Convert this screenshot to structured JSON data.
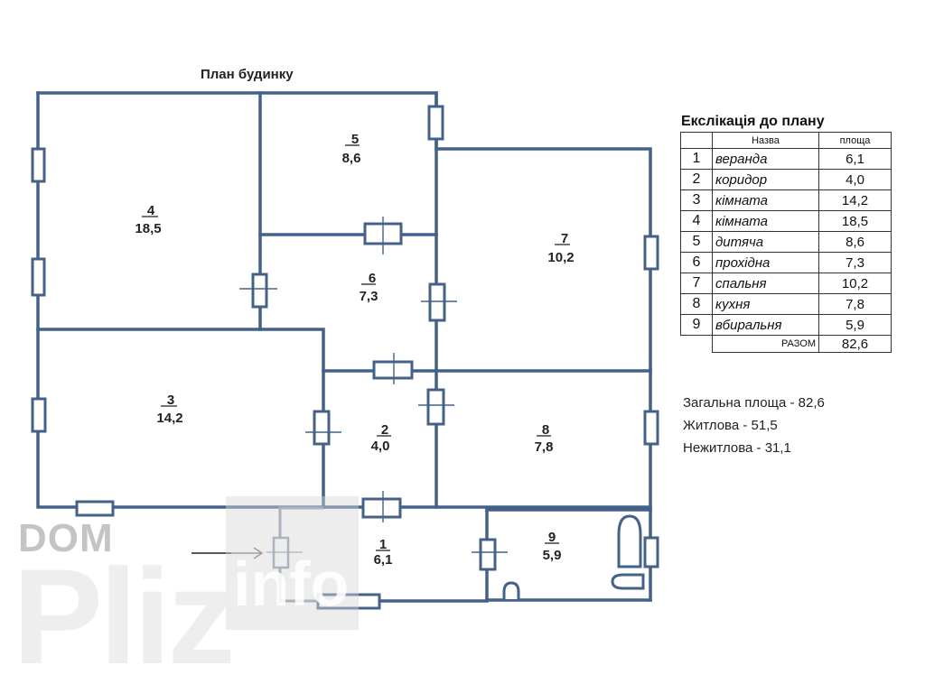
{
  "plan": {
    "title": "План будинку",
    "rooms": [
      {
        "no": "1",
        "area": "6,1"
      },
      {
        "no": "2",
        "area": "4,0"
      },
      {
        "no": "3",
        "area": "14,2"
      },
      {
        "no": "4",
        "area": "18,5"
      },
      {
        "no": "5",
        "area": "8,6"
      },
      {
        "no": "6",
        "area": "7,3"
      },
      {
        "no": "7",
        "area": "10,2"
      },
      {
        "no": "8",
        "area": "7,8"
      },
      {
        "no": "9",
        "area": "5,9"
      }
    ],
    "entrance_icon": "arrow-right-icon"
  },
  "legend": {
    "title": "Екслікація до плану",
    "headers": {
      "name": "Назва",
      "area": "площа"
    },
    "rows": [
      {
        "no": "1",
        "name": "веранда",
        "area": "6,1"
      },
      {
        "no": "2",
        "name": "коридор",
        "area": "4,0"
      },
      {
        "no": "3",
        "name": "кімната",
        "area": "14,2"
      },
      {
        "no": "4",
        "name": "кімната",
        "area": "18,5"
      },
      {
        "no": "5",
        "name": "дитяча",
        "area": "8,6"
      },
      {
        "no": "6",
        "name": "прохідна",
        "area": "7,3"
      },
      {
        "no": "7",
        "name": "спальня",
        "area": "10,2"
      },
      {
        "no": "8",
        "name": "кухня",
        "area": "7,8"
      },
      {
        "no": "9",
        "name": "вбиральня",
        "area": "5,9"
      }
    ],
    "total_label": "РАЗОМ",
    "total_value": "82,6"
  },
  "summary": {
    "total": "Загальна площа - 82,6",
    "living": "Житлова - 51,5",
    "non_living": "Нежитлова - 31,1"
  },
  "watermark": {
    "line1": "DOM",
    "line2": "Pliz",
    "line3": "info"
  },
  "colors": {
    "wall": "#44618a",
    "text": "#222222"
  }
}
